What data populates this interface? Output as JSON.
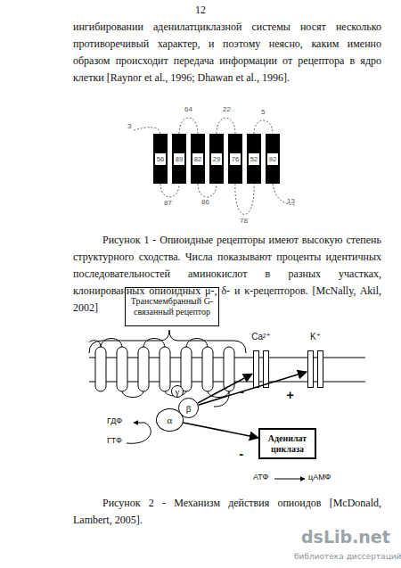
{
  "diagram": {
    "nodes": [
      {
        "text": [
          "56"
        ]
      },
      {
        "text": [
          "89"
        ]
      },
      {
        "text": [
          "82"
        ]
      },
      {
        "text": [
          "29"
        ]
      },
      {
        "text": [
          "76"
        ]
      },
      {
        "text": [
          "52"
        ]
      },
      {
        "text": [
          "92"
        ]
      },
      {
        "text": [
          "Трансмембранный G-связанный рецептор"
        ]
      },
      {
        "text": [
          "Ca²⁺"
        ]
      },
      {
        "text": [
          "K⁺"
        ]
      },
      {
        "text": [
          "γ"
        ]
      },
      {
        "text": [
          "β"
        ]
      },
      {
        "text": [
          "α"
        ]
      },
      {
        "text": [
          "Аденилат циклаза"
        ]
      }
    ],
    "edges": [
      {
        "from": 11,
        "to": 8,
        "arrow": "to",
        "label": "-"
      },
      {
        "from": 11,
        "to": 9,
        "arrow": "to",
        "label": "+"
      },
      {
        "from": 12,
        "to": 13,
        "arrow": "to",
        "label": "-"
      }
    ],
    "labels": [
      "12",
      "ингибировании аденилатциклазной системы носят несколько противоречивый характер, и поэтому неясно, каким именно образом происходит передача информации от рецептора в ядро клетки [Raynor et al., 1996; Dhawan et al., 1996].",
      "3",
      "64",
      "22",
      "5",
      "87",
      "86",
      "78",
      "13",
      "Рисунок 1 - Опиоидные рецепторы имеют высокую степень структурного сходства. Числа показывают проценты идентичных последовательностей аминокислот в разных участках, клонированных опиоидных μ-, δ- и κ-рецепторов. [McNally, Akil, 2002]",
      "ГДФ",
      "ГТФ",
      "АТФ",
      "цАМФ",
      "Рисунок 2 - Механизм действия опиоидов [McDonald, Lambert, 2005].",
      "dsLib.net",
      "библиотека диссертаций"
    ]
  }
}
